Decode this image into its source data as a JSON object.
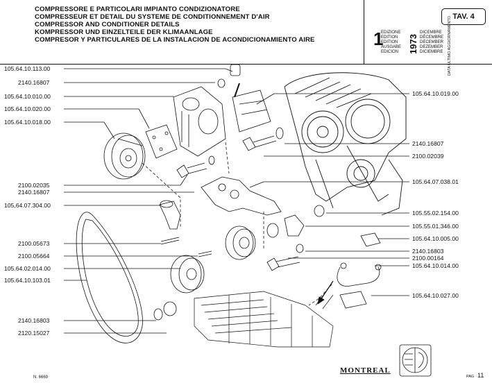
{
  "header": {
    "titles": [
      "COMPRESSORE E PARTICOLARI IMPIANTO CONDIZIONATORE",
      "COMPRESSEUR ET DETAIL DU SYSTEME DE CONDITIONNEMENT D'AIR",
      "COMPRESSOR AND CONDITIONER DETAILS",
      "KOMPRESSOR UND EINZELTEILE DER KLIMAANLAGE",
      "COMPRESOR Y PARTICULARES DE LA INSTALACION DE ACONDICIONAMIENTO AIRE"
    ],
    "tav": "TAV. 4",
    "edition": {
      "number": "1",
      "labels": [
        "EDIZIONE",
        "EDITION",
        "EDITION",
        "AUSGABE",
        "EDICION"
      ],
      "year": "1973",
      "months": [
        "DICEMBRE",
        "DÉCEMBRE",
        "DECEMBER",
        "DEZEMBER",
        "DICIEMBRE"
      ],
      "side_note": "DATA ULTIMO AGGIORNAMENTO"
    }
  },
  "left_labels": [
    "105.64.10.113.00",
    "2140.16807",
    "105.64.10.010.00",
    "105.64.10.020.00",
    "105.64.10.018.00",
    "2100.02035",
    "2140.16807",
    "105,64.07.304.00",
    "2100.05673",
    "2100.05664",
    "105.64.02.014.00",
    "105.64.10.103.01",
    "2140.16803",
    "2120.15027"
  ],
  "right_labels": [
    "105.64.10.019.00",
    "2140.16807",
    "2100.02039",
    "105.64.07.038.01",
    "105.55.02.154.00",
    "105.55.01.346.00",
    "105.64.10.005.00",
    "2140.16803",
    "2100.00164",
    "105.64.10.014.00",
    "105.64.10.027.00"
  ],
  "footer": {
    "number": "N. 6669",
    "model": "MONTREAL",
    "page_label": "PAG",
    "page_number": "11"
  }
}
